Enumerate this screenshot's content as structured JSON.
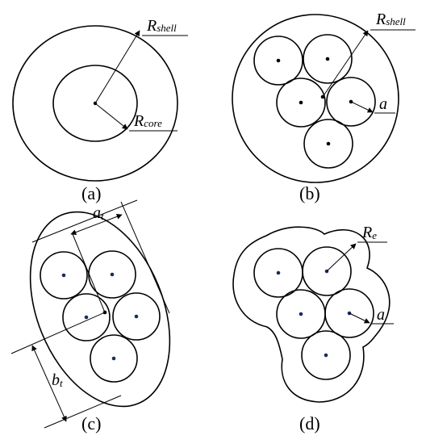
{
  "panels": {
    "a": {
      "caption": "(a)",
      "shell_symbol": "R",
      "shell_sub": "shell",
      "core_symbol": "R",
      "core_sub": "core"
    },
    "b": {
      "caption": "(b)",
      "shell_symbol": "R",
      "shell_sub": "shell",
      "radius_symbol": "a"
    },
    "c": {
      "caption": "(c)",
      "a_symbol": "a",
      "a_sub": "t",
      "b_symbol": "b",
      "b_sub": "t"
    },
    "d": {
      "caption": "(d)",
      "re_symbol": "R",
      "re_sub": "e",
      "radius_symbol": "a"
    }
  }
}
